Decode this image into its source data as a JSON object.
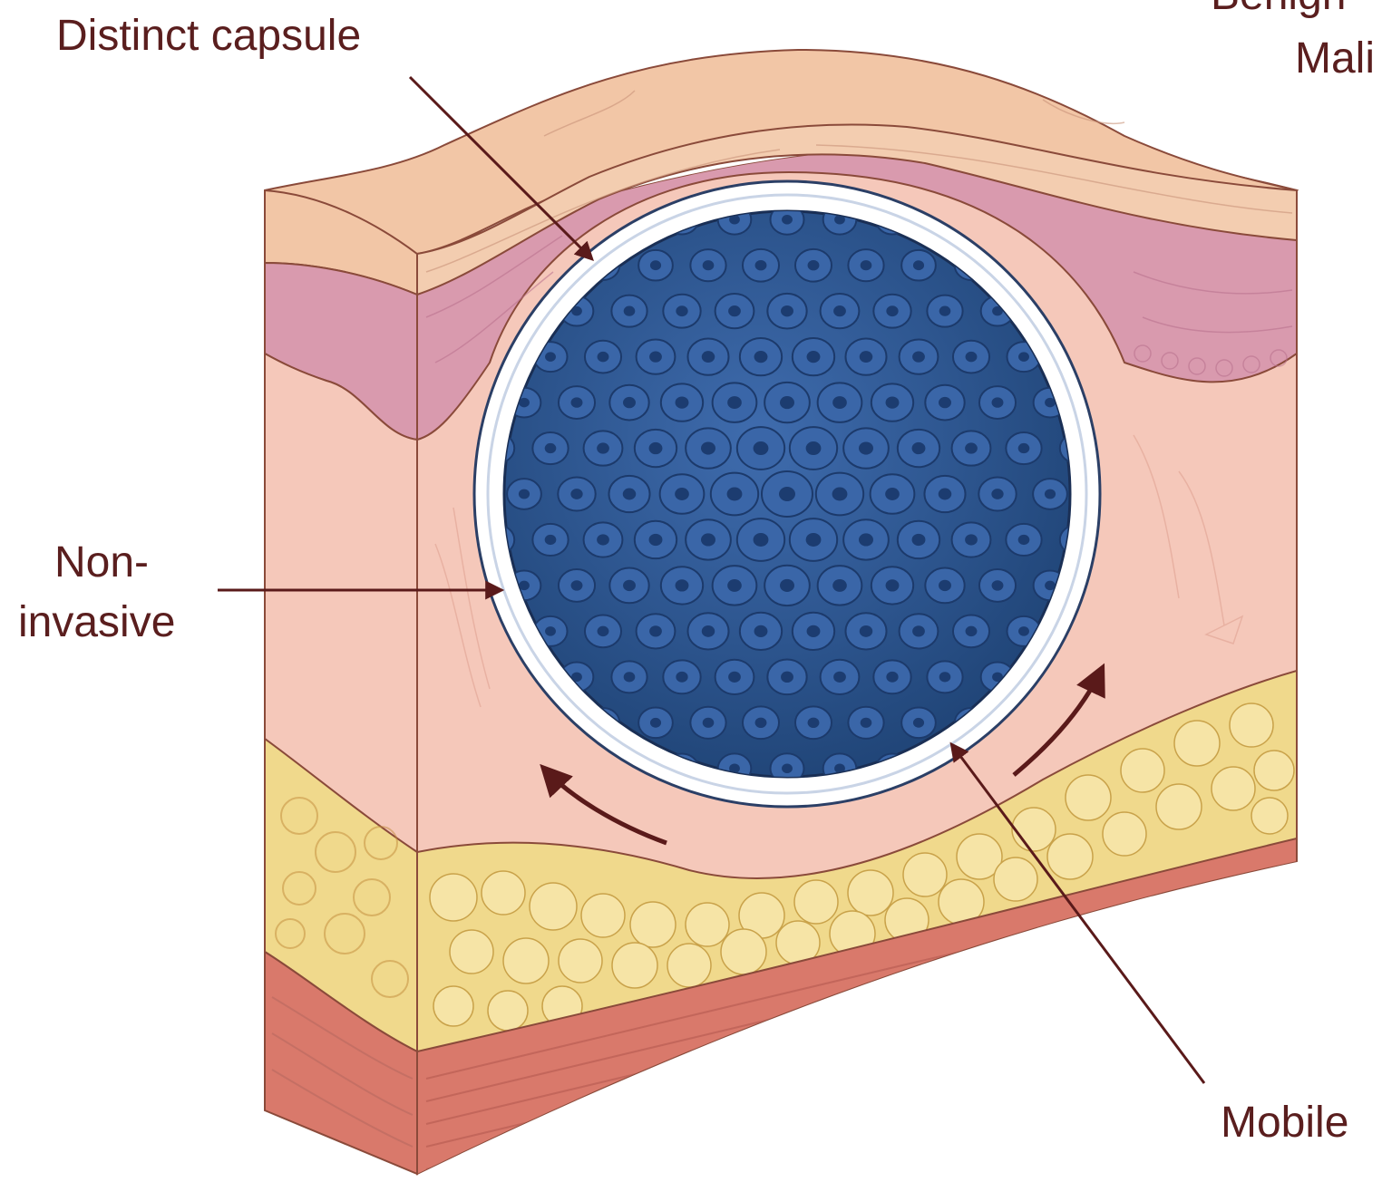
{
  "labels": {
    "distinct_capsule": "Distinct capsule",
    "non_invasive_line1": "Non-",
    "non_invasive_line2": "invasive",
    "mobile": "Mobile",
    "corner_line1": "Benign",
    "corner_line2": "Mali"
  },
  "colors": {
    "label_text": "#5a1e1e",
    "arrow": "#5a1a1a",
    "epidermis": "#f2c6a6",
    "dermis_pink": "#d99aae",
    "connective_tissue": "#f5c8ba",
    "fat_layer": "#f0d98c",
    "muscle_layer": "#d9796b",
    "tumor_cells": "#2f5a98",
    "tumor_nucleus": "#1c3c70",
    "capsule": "#ffffff"
  }
}
